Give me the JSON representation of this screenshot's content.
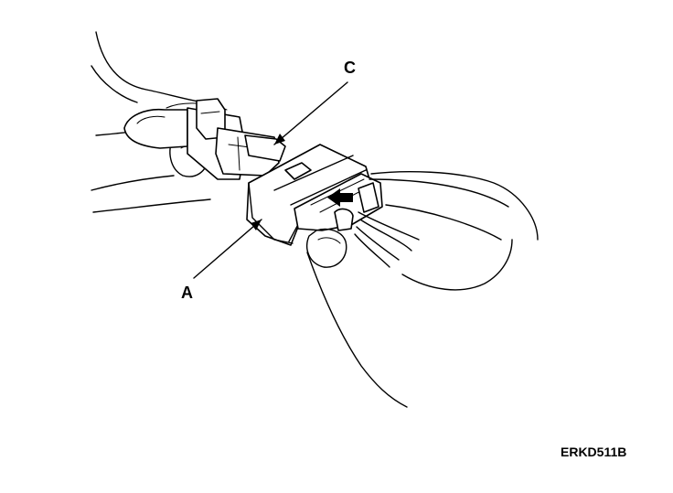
{
  "labels": {
    "c": "C",
    "a": "A"
  },
  "figure_code": "ERKD511B",
  "colors": {
    "ink": "#000000",
    "paper": "#ffffff"
  }
}
